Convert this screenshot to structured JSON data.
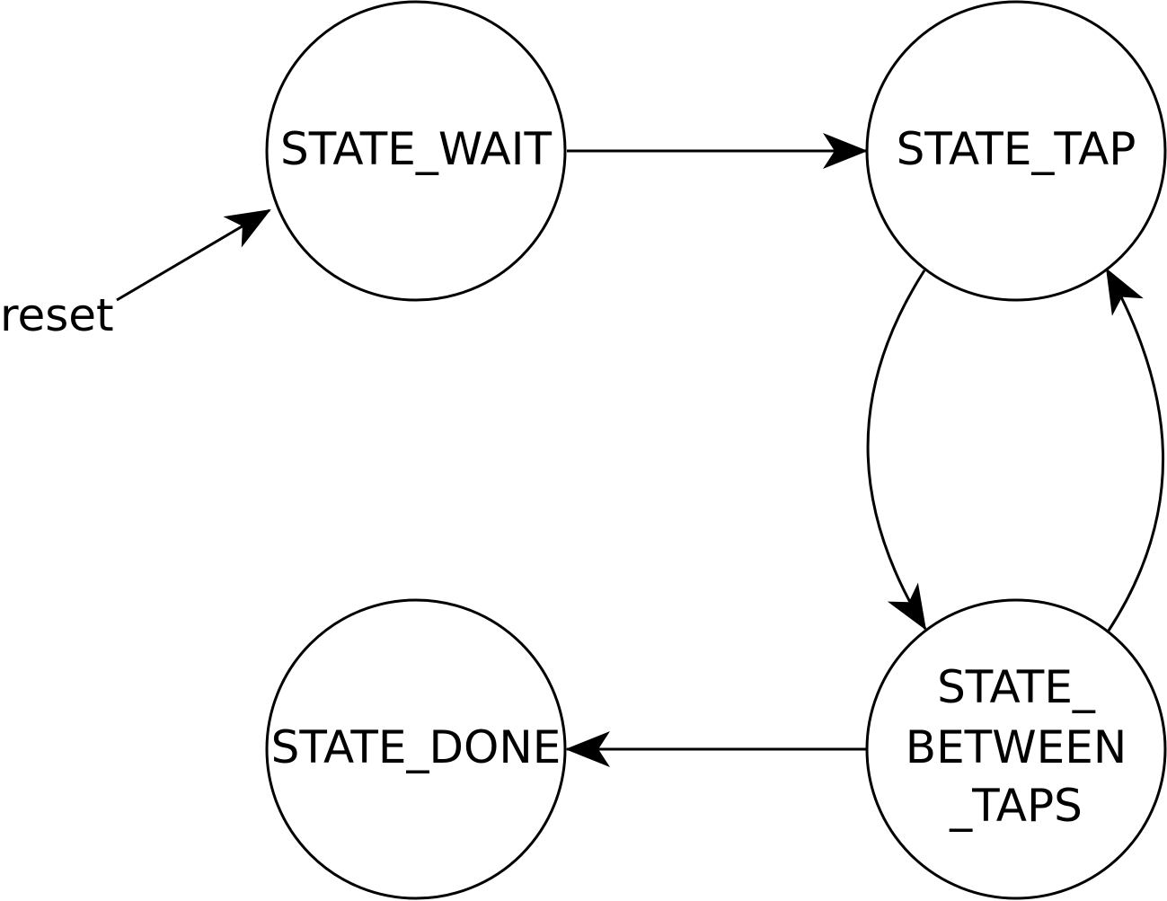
{
  "diagram": {
    "states": {
      "wait": "STATE_WAIT",
      "tap": "STATE_TAP",
      "between_line1": "STATE_",
      "between_line2": "BETWEEN",
      "between_line3": "_TAPS",
      "done": "STATE_DONE"
    },
    "reset_label": "reset",
    "colors": {
      "stroke": "#000000",
      "background": "#ffffff"
    }
  }
}
